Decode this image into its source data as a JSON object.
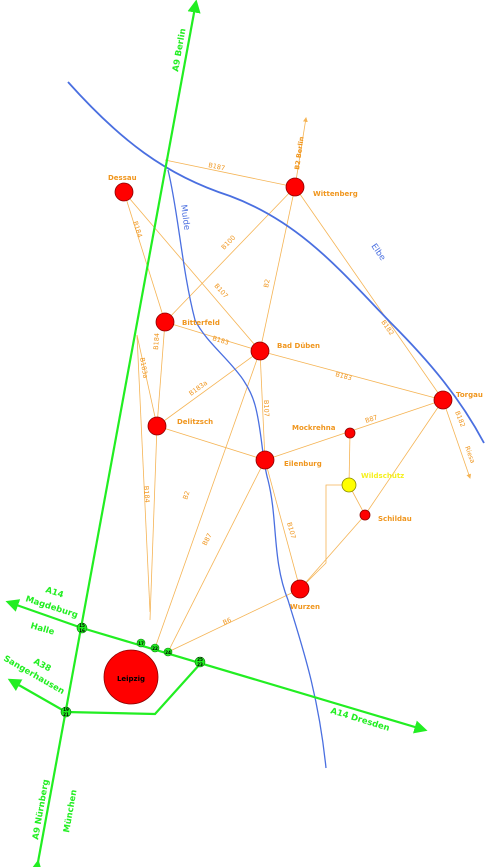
{
  "colors": {
    "background": "#ffffff",
    "autobahn": "#22ee22",
    "river": "#4a6fe0",
    "road": "#f5b455",
    "label_orange": "#f0961e",
    "town": "#ff0000",
    "wildschuetz": "#ffff00"
  },
  "rivers": {
    "elbe": "Elbe",
    "mulde": "Mulde"
  },
  "autobahns": {
    "a9_berlin": "A9 Berlin",
    "a9_nuernberg": "A9 Nürnberg",
    "a9_muenchen": "München",
    "a14_magdeburg_ref": "A14",
    "a14_magdeburg": "Magdeburg",
    "halle": "Halle",
    "a38_ref": "A38",
    "a38_sangerhausen": "Sangerhausen",
    "a14_dresden": "A14 Dresden"
  },
  "towns": {
    "dessau": "Dessau",
    "wittenberg": "Wittenberg",
    "bitterfeld": "Bitterfeld",
    "bad_dueben": "Bad Düben",
    "torgau": "Torgau",
    "mockrehna": "Mockrehna",
    "delitzsch": "Delitzsch",
    "eilenburg": "Eilenburg",
    "wildschuetz": "Wildschütz",
    "schildau": "Schildau",
    "wurzen": "Wurzen",
    "leipzig": "Leipzig"
  },
  "roads": {
    "b187": "B187",
    "b2_berlin": "B2 Berlin",
    "b184_dessau": "B184",
    "b100": "B100",
    "b107_north": "B107",
    "b2_north": "B2",
    "b182": "B182",
    "b183_west": "B183",
    "b183_east": "B183",
    "b184_mid": "B184",
    "b183a_vertical": "B183a",
    "b183a_diag": "B183a",
    "b107_mid": "B107",
    "b87_east": "B87",
    "b182_riesa": "B182",
    "riesa": "Riesa",
    "b184_south": "B184",
    "b2_south": "B2",
    "b87_south": "B87",
    "b107_south": "B107",
    "b6": "B6"
  },
  "exits": {
    "e15": "15",
    "e16": "16",
    "e17": "17",
    "e19": "19",
    "e21": "21",
    "e22": "22",
    "e23": "23",
    "e24": "24",
    "e25": "25"
  }
}
